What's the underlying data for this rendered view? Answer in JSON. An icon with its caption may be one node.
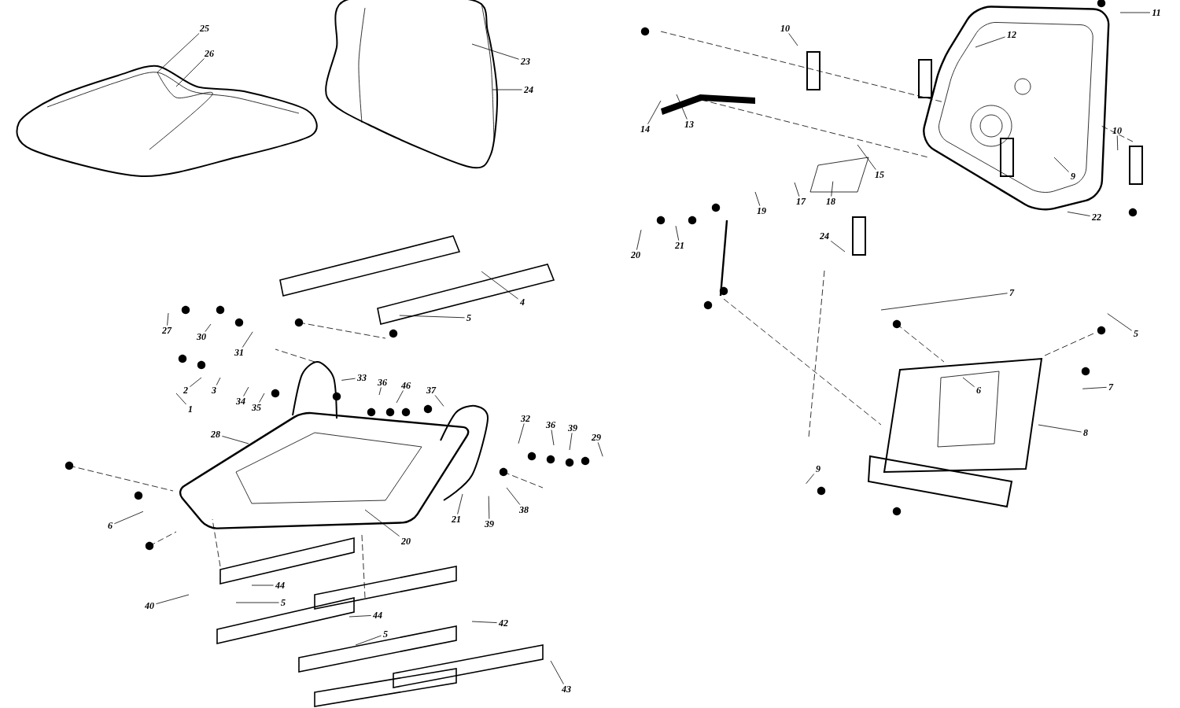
{
  "diagram": {
    "nodes": [
      {
        "text": [
          "25"
        ]
      },
      {
        "text": [
          "26"
        ]
      },
      {
        "text": [
          "23"
        ]
      },
      {
        "text": [
          "24"
        ]
      },
      {
        "text": [
          "4"
        ]
      },
      {
        "text": [
          "5"
        ]
      },
      {
        "text": [
          "27"
        ]
      },
      {
        "text": [
          "30"
        ]
      },
      {
        "text": [
          "31"
        ]
      },
      {
        "text": [
          "1"
        ]
      },
      {
        "text": [
          "2"
        ]
      },
      {
        "text": [
          "3"
        ]
      },
      {
        "text": [
          "34"
        ]
      },
      {
        "text": [
          "35"
        ]
      },
      {
        "text": [
          "28"
        ]
      },
      {
        "text": [
          "33"
        ]
      },
      {
        "text": [
          "36"
        ]
      },
      {
        "text": [
          "46"
        ]
      },
      {
        "text": [
          "37"
        ]
      },
      {
        "text": [
          "32"
        ]
      },
      {
        "text": [
          "36"
        ]
      },
      {
        "text": [
          "39"
        ]
      },
      {
        "text": [
          "29"
        ]
      },
      {
        "text": [
          "38"
        ]
      },
      {
        "text": [
          "21"
        ]
      },
      {
        "text": [
          "39"
        ]
      },
      {
        "text": [
          "20"
        ]
      },
      {
        "text": [
          "6"
        ]
      },
      {
        "text": [
          "40"
        ]
      },
      {
        "text": [
          "44"
        ]
      },
      {
        "text": [
          "5"
        ]
      },
      {
        "text": [
          "44"
        ]
      },
      {
        "text": [
          "5"
        ]
      },
      {
        "text": [
          "42"
        ]
      },
      {
        "text": [
          "43"
        ]
      },
      {
        "text": [
          "10"
        ]
      },
      {
        "text": [
          "11"
        ]
      },
      {
        "text": [
          "12"
        ]
      },
      {
        "text": [
          "14"
        ]
      },
      {
        "text": [
          "13"
        ]
      },
      {
        "text": [
          "15"
        ]
      },
      {
        "text": [
          "9"
        ]
      },
      {
        "text": [
          "22"
        ]
      },
      {
        "text": [
          "10"
        ]
      },
      {
        "text": [
          "18"
        ]
      },
      {
        "text": [
          "17"
        ]
      },
      {
        "text": [
          "19"
        ]
      },
      {
        "text": [
          "20"
        ]
      },
      {
        "text": [
          "21"
        ]
      },
      {
        "text": [
          "24"
        ]
      },
      {
        "text": [
          "7"
        ]
      },
      {
        "text": [
          "5"
        ]
      },
      {
        "text": [
          "7"
        ]
      },
      {
        "text": [
          "6"
        ]
      },
      {
        "text": [
          "8"
        ]
      },
      {
        "text": [
          "9"
        ]
      }
    ],
    "edges": [
      {
        "from": 0,
        "to": null,
        "arrow": "none"
      },
      {
        "from": 1,
        "to": null,
        "arrow": "none"
      },
      {
        "from": 2,
        "to": null,
        "arrow": "none"
      },
      {
        "from": 3,
        "to": null,
        "arrow": "none"
      },
      {
        "from": 4,
        "to": null,
        "arrow": "none"
      },
      {
        "from": 5,
        "to": null,
        "arrow": "none"
      },
      {
        "from": 6,
        "to": null,
        "arrow": "none"
      },
      {
        "from": 7,
        "to": null,
        "arrow": "none"
      },
      {
        "from": 8,
        "to": null,
        "arrow": "none"
      },
      {
        "from": 9,
        "to": null,
        "arrow": "none"
      },
      {
        "from": 10,
        "to": null,
        "arrow": "none"
      },
      {
        "from": 11,
        "to": null,
        "arrow": "none"
      },
      {
        "from": 12,
        "to": null,
        "arrow": "none"
      },
      {
        "from": 13,
        "to": null,
        "arrow": "none"
      },
      {
        "from": 14,
        "to": null,
        "arrow": "none"
      },
      {
        "from": 15,
        "to": null,
        "arrow": "none"
      },
      {
        "from": 16,
        "to": null,
        "arrow": "none"
      },
      {
        "from": 17,
        "to": null,
        "arrow": "none"
      },
      {
        "from": 18,
        "to": null,
        "arrow": "none"
      },
      {
        "from": 19,
        "to": null,
        "arrow": "none"
      },
      {
        "from": 20,
        "to": null,
        "arrow": "none"
      },
      {
        "from": 21,
        "to": null,
        "arrow": "none"
      },
      {
        "from": 22,
        "to": null,
        "arrow": "none"
      },
      {
        "from": 23,
        "to": null,
        "arrow": "none"
      },
      {
        "from": 24,
        "to": null,
        "arrow": "none"
      },
      {
        "from": 25,
        "to": null,
        "arrow": "none"
      },
      {
        "from": 26,
        "to": null,
        "arrow": "none"
      },
      {
        "from": 27,
        "to": null,
        "arrow": "none"
      },
      {
        "from": 28,
        "to": null,
        "arrow": "none"
      },
      {
        "from": 29,
        "to": null,
        "arrow": "none"
      },
      {
        "from": 30,
        "to": null,
        "arrow": "none"
      },
      {
        "from": 31,
        "to": null,
        "arrow": "none"
      },
      {
        "from": 32,
        "to": null,
        "arrow": "none"
      },
      {
        "from": 33,
        "to": null,
        "arrow": "none"
      },
      {
        "from": 34,
        "to": null,
        "arrow": "none"
      },
      {
        "from": 35,
        "to": null,
        "arrow": "none"
      },
      {
        "from": 36,
        "to": null,
        "arrow": "none"
      },
      {
        "from": 37,
        "to": null,
        "arrow": "none"
      },
      {
        "from": 38,
        "to": null,
        "arrow": "none"
      },
      {
        "from": 39,
        "to": null,
        "arrow": "none"
      },
      {
        "from": 40,
        "to": null,
        "arrow": "none"
      },
      {
        "from": 41,
        "to": null,
        "arrow": "none"
      },
      {
        "from": 42,
        "to": null,
        "arrow": "none"
      },
      {
        "from": 43,
        "to": null,
        "arrow": "none"
      },
      {
        "from": 44,
        "to": null,
        "arrow": "none"
      },
      {
        "from": 45,
        "to": null,
        "arrow": "none"
      },
      {
        "from": 46,
        "to": null,
        "arrow": "none"
      },
      {
        "from": 47,
        "to": null,
        "arrow": "none"
      },
      {
        "from": 48,
        "to": null,
        "arrow": "none"
      },
      {
        "from": 49,
        "to": null,
        "arrow": "none"
      },
      {
        "from": 50,
        "to": null,
        "arrow": "none"
      },
      {
        "from": 51,
        "to": null,
        "arrow": "none"
      },
      {
        "from": 52,
        "to": null,
        "arrow": "none"
      },
      {
        "from": 53,
        "to": null,
        "arrow": "none"
      },
      {
        "from": 54,
        "to": null,
        "arrow": "none"
      },
      {
        "from": 55,
        "to": null,
        "arrow": "none"
      }
    ]
  }
}
